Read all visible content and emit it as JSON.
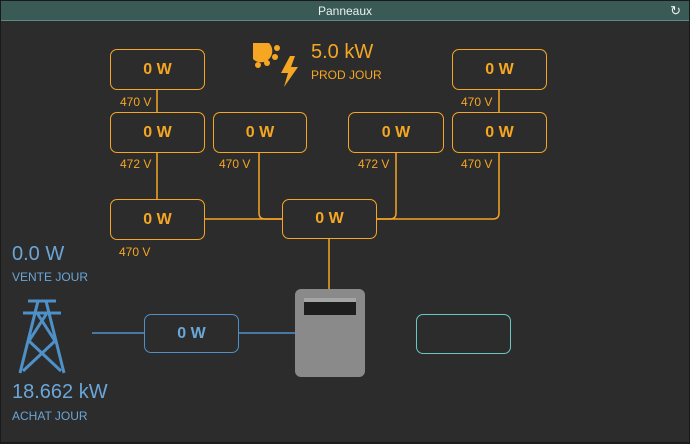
{
  "window": {
    "title": "Panneaux"
  },
  "panels": {
    "top_left": {
      "power": "0 W",
      "voltage": "470 V"
    },
    "row2_1": {
      "power": "0 W",
      "voltage": "472 V"
    },
    "row2_2": {
      "power": "0 W",
      "voltage": "470 V"
    },
    "row2_3": {
      "power": "0 W",
      "voltage": "472 V"
    },
    "row2_4": {
      "power": "0 W",
      "voltage": "470 V"
    },
    "top_right": {
      "power": "0 W",
      "voltage": "470 V"
    },
    "row3_left": {
      "power": "0 W",
      "voltage": "470 V"
    },
    "combiner": {
      "power": "0 W"
    }
  },
  "production": {
    "value": "5.0 kW",
    "label": "PROD JOUR"
  },
  "grid": {
    "sell_value": "0.0 W",
    "sell_label": "VENTE JOUR",
    "buy_value": "18.662 kW",
    "buy_label": "ACHAT JOUR",
    "flow_power": "0 W"
  },
  "colors": {
    "solar": "#f5a623",
    "grid": "#4e91c9",
    "battery": "#6ac7c4",
    "inverter": "#8a8a8a"
  },
  "icons": {
    "refresh": "refresh-icon",
    "solar": "solar-production-icon",
    "grid": "power-pylon-icon"
  }
}
